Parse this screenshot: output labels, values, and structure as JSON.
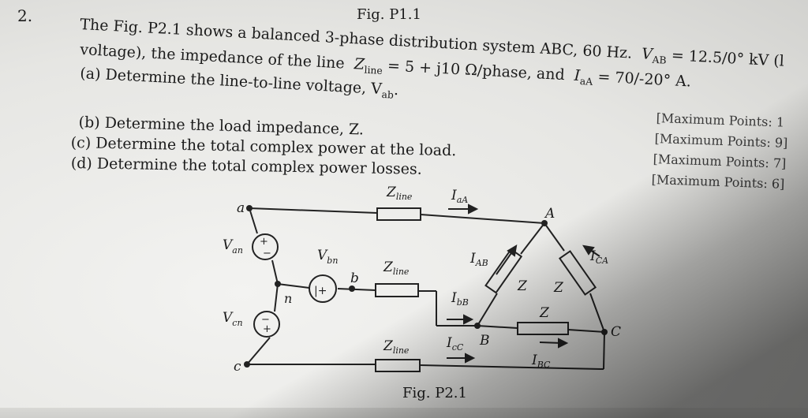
{
  "problem": {
    "number": "2.",
    "fig_ref_top": "Fig. P1.1",
    "line1": "The Fig. P2.1 shows a balanced 3-phase distribution system ABC, 60 Hz.",
    "line1_vab": "12.5/0° kV (l",
    "line2": "voltage), the impedance of the line",
    "line2_z": "= 5 + j10 Ω/phase, and",
    "line2_i": "70/-20° A.",
    "part_a": "(a) Determine the line-to-line voltage, V",
    "part_a_sub": "ab",
    "part_b": "(b) Determine the load impedance, Z.",
    "part_c": "(c) Determine the total complex power at the load.",
    "part_d": "(d) Determine the total complex power losses.",
    "points": [
      "[Maximum Points: 1",
      "[Maximum Points: 9]",
      "[Maximum Points: 7]",
      "[Maximum Points: 6]"
    ]
  },
  "figure": {
    "caption": "Fig. P2.1",
    "nodes": {
      "a": "a",
      "b": "b",
      "c": "c",
      "n": "n",
      "A": "A",
      "B": "B",
      "C": "C"
    },
    "zline": "Z",
    "zline_sub": "line",
    "zload": "Z",
    "van": "V",
    "van_sub": "an",
    "vbn": "V",
    "vbn_sub": "bn",
    "vcn": "V",
    "vcn_sub": "cn",
    "iaA": "I",
    "iaA_sub": "aA",
    "ibB": "I",
    "ibB_sub": "bB",
    "icC": "I",
    "icC_sub": "cC",
    "iAB": "I",
    "iAB_sub": "AB",
    "iBC": "I",
    "iBC_sub": "BC",
    "iCA": "I",
    "iCA_sub": "CA"
  }
}
